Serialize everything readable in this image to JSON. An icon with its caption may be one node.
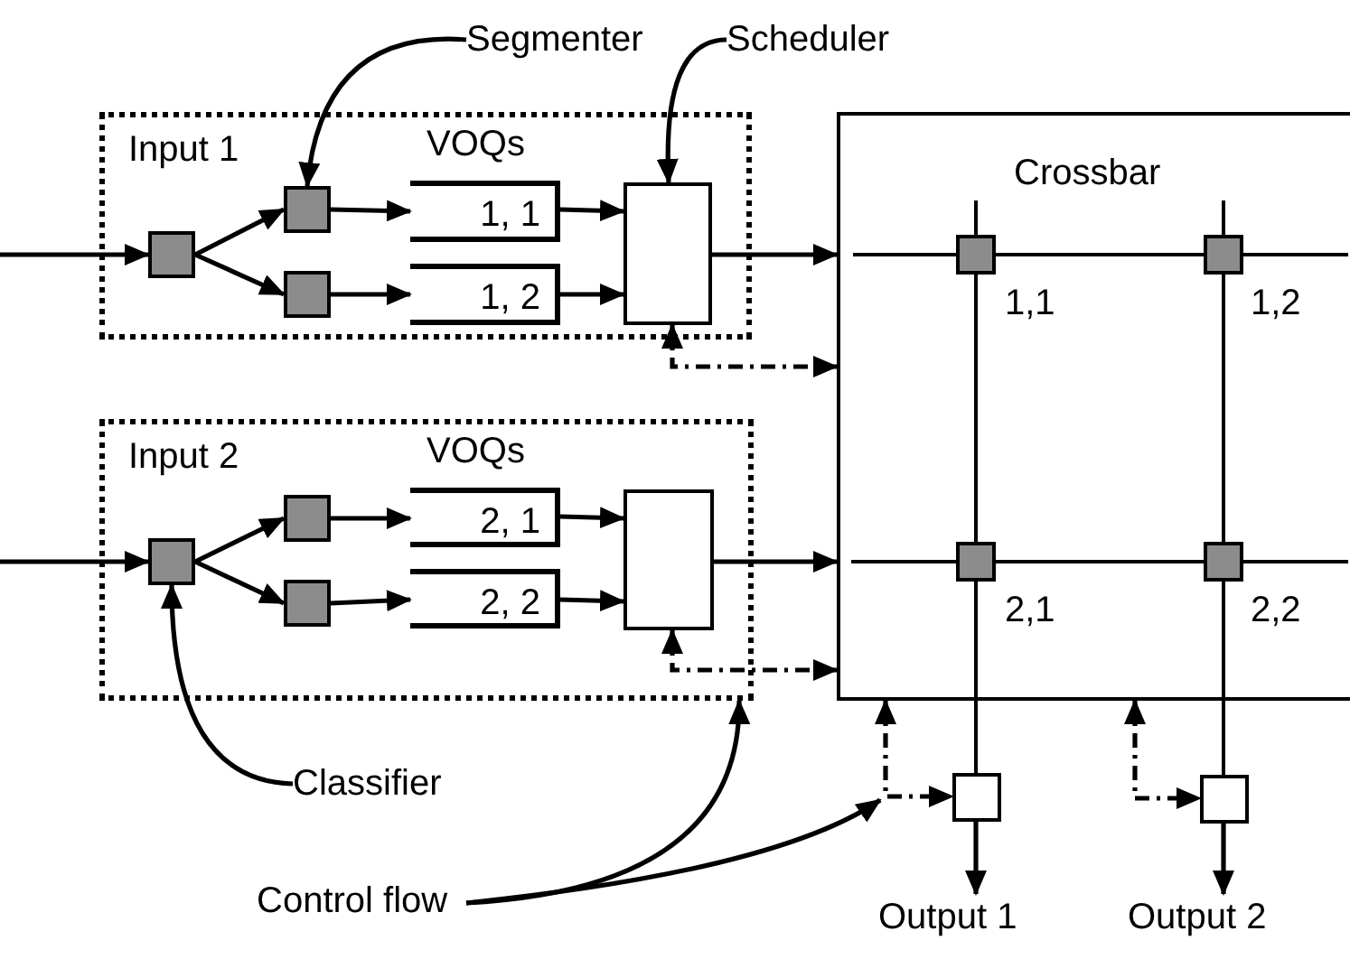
{
  "diagram": {
    "nodes": [
      {
        "text": [
          "Input 1"
        ]
      },
      {
        "text": [],
        "shape": "box",
        "in": 0
      },
      {
        "text": [],
        "shape": "box",
        "in": 0
      },
      {
        "text": [],
        "shape": "box",
        "in": 0
      },
      {
        "text": [
          "1, 1"
        ],
        "in": 0
      },
      {
        "text": [
          "1, 2"
        ],
        "in": 0
      },
      {
        "text": [],
        "shape": "box",
        "in": 0
      },
      {
        "text": [
          "Input 2"
        ]
      },
      {
        "text": [],
        "shape": "box",
        "in": 7
      },
      {
        "text": [],
        "shape": "box",
        "in": 7
      },
      {
        "text": [],
        "shape": "box",
        "in": 7
      },
      {
        "text": [
          "2, 1"
        ],
        "in": 7
      },
      {
        "text": [
          "2, 2"
        ],
        "in": 7
      },
      {
        "text": [],
        "shape": "box",
        "in": 7
      },
      {
        "text": [
          "Crossbar"
        ]
      },
      {
        "text": [],
        "shape": "box",
        "in": 14,
        "beside": [
          "1,1"
        ]
      },
      {
        "text": [],
        "shape": "box",
        "in": 14,
        "beside": [
          "1,2"
        ]
      },
      {
        "text": [],
        "shape": "box",
        "in": 14,
        "beside": [
          "2,1"
        ]
      },
      {
        "text": [],
        "shape": "box",
        "in": 14,
        "beside": [
          "2,2"
        ]
      },
      {
        "text": [],
        "shape": "box"
      },
      {
        "text": [],
        "shape": "box"
      },
      {
        "text": [
          "Output 1"
        ]
      },
      {
        "text": [
          "Output 2"
        ]
      },
      {
        "text": [
          "Segmenter"
        ]
      },
      {
        "text": [
          "Scheduler"
        ]
      },
      {
        "text": [
          "Classifier"
        ]
      },
      {
        "text": [
          "Control flow"
        ]
      }
    ],
    "edges": [
      {
        "from": null,
        "to": 1,
        "arrow": "to"
      },
      {
        "from": 1,
        "to": 2,
        "arrow": "to"
      },
      {
        "from": 1,
        "to": 3,
        "arrow": "to"
      },
      {
        "from": 2,
        "to": 4,
        "arrow": "to"
      },
      {
        "from": 3,
        "to": 5,
        "arrow": "to"
      },
      {
        "from": 4,
        "to": 6,
        "arrow": "to"
      },
      {
        "from": 5,
        "to": 6,
        "arrow": "to"
      },
      {
        "from": 6,
        "to": 14,
        "arrow": "to"
      },
      {
        "from": 6,
        "to": 14,
        "arrow": "both",
        "style": "dashed"
      },
      {
        "from": null,
        "to": 8,
        "arrow": "to"
      },
      {
        "from": 8,
        "to": 9,
        "arrow": "to"
      },
      {
        "from": 8,
        "to": 10,
        "arrow": "to"
      },
      {
        "from": 9,
        "to": 11,
        "arrow": "to"
      },
      {
        "from": 10,
        "to": 12,
        "arrow": "to"
      },
      {
        "from": 11,
        "to": 13,
        "arrow": "to"
      },
      {
        "from": 12,
        "to": 13,
        "arrow": "to"
      },
      {
        "from": 13,
        "to": 14,
        "arrow": "to"
      },
      {
        "from": 13,
        "to": 14,
        "arrow": "both",
        "style": "dashed"
      },
      {
        "from": 15,
        "to": 16,
        "arrow": "none"
      },
      {
        "from": 17,
        "to": 18,
        "arrow": "none"
      },
      {
        "from": 15,
        "to": 17,
        "arrow": "none"
      },
      {
        "from": 16,
        "to": 18,
        "arrow": "none"
      },
      {
        "from": 17,
        "to": 19,
        "arrow": "none"
      },
      {
        "from": 18,
        "to": 20,
        "arrow": "none"
      },
      {
        "from": 14,
        "to": 19,
        "arrow": "both",
        "style": "dashed"
      },
      {
        "from": 14,
        "to": 20,
        "arrow": "both",
        "style": "dashed"
      },
      {
        "from": 19,
        "to": 21,
        "arrow": "to"
      },
      {
        "from": 20,
        "to": 22,
        "arrow": "to"
      },
      {
        "from": 23,
        "to": 2,
        "arrow": "to"
      },
      {
        "from": 24,
        "to": 6,
        "arrow": "to"
      },
      {
        "from": 25,
        "to": 8,
        "arrow": "to"
      },
      {
        "from": 26,
        "to": 7,
        "arrow": "to"
      },
      {
        "from": 26,
        "to": null,
        "arrow": "to"
      }
    ],
    "labels": [
      "VOQs",
      "VOQs"
    ]
  }
}
